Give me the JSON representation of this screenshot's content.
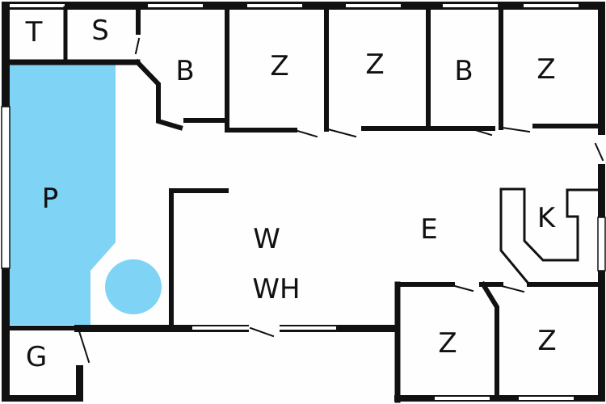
{
  "plan": {
    "colors": {
      "wall": "#111111",
      "pool": "#7fd3f4",
      "background": "#fefefe",
      "window": "#ffffff"
    },
    "rooms": {
      "toilet": "T",
      "sauna": "S",
      "bath_1": "B",
      "bedroom_1": "Z",
      "bedroom_2": "Z",
      "bath_2": "B",
      "bedroom_3": "Z",
      "pool": "P",
      "whirlpool_1": "W",
      "whirlpool_2": "WH",
      "living": "E",
      "kitchen": "K",
      "garage": "G",
      "bedroom_4": "Z",
      "bedroom_5": "Z"
    }
  }
}
